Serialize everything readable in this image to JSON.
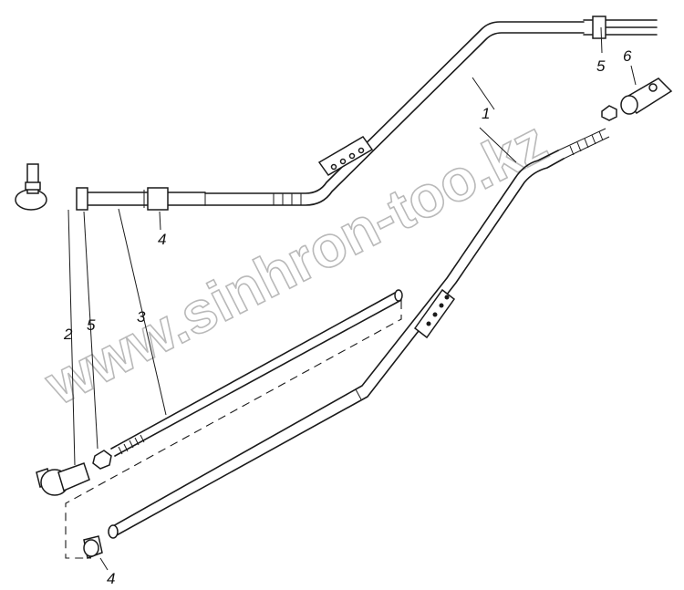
{
  "callouts": {
    "c1": "1",
    "c2": "2",
    "c3": "3",
    "c4a": "4",
    "c4b": "4",
    "c5a": "5",
    "c5b": "5",
    "c6": "6"
  },
  "watermark": "www.sinhron-too.kz",
  "colors": {
    "line": "#1a1a1a",
    "watermark": "#b9b9b9",
    "background": "#ffffff"
  }
}
